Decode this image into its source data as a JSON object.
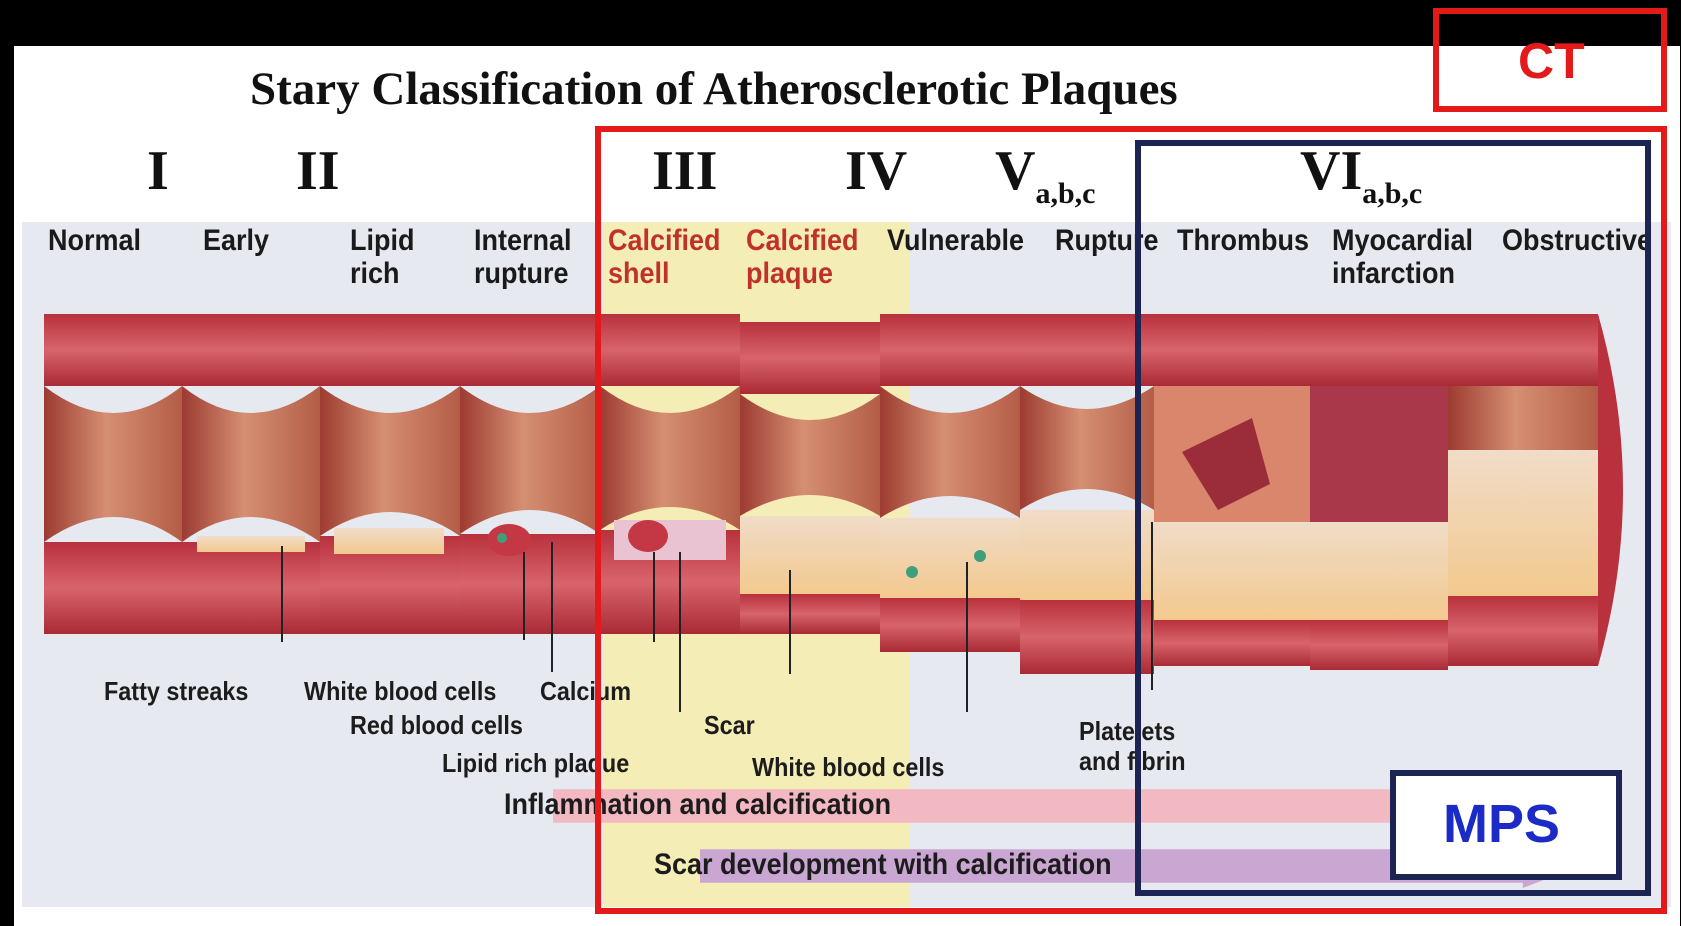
{
  "title": "Stary Classification of Atherosclerotic Plaques",
  "stages": [
    {
      "numeral": "I",
      "sub": ""
    },
    {
      "numeral": "II",
      "sub": ""
    },
    {
      "numeral": "III",
      "sub": ""
    },
    {
      "numeral": "IV",
      "sub": ""
    },
    {
      "numeral": "V",
      "sub": "a,b,c"
    },
    {
      "numeral": "VI",
      "sub": "a,b,c"
    }
  ],
  "stage_labels": [
    "Normal",
    "Early",
    "Lipid\nrich",
    "Internal\nrupture",
    "Calcified\nshell",
    "Calcified\nplaque",
    "Vulnerable",
    "Rupture",
    "Thrombus",
    "Myocardial\ninfarction",
    "Obstructive"
  ],
  "annotations": [
    "Fatty streaks",
    "White blood cells",
    "Calcium",
    "Red blood cells",
    "Lipid rich plaque",
    "Scar",
    "White blood cells",
    "Platelets\nand fibrin"
  ],
  "arrows": [
    "Inflammation and calcification",
    "Scar development with calcification"
  ],
  "overlay_labels": {
    "ct": "CT",
    "mps": "MPS"
  },
  "colors": {
    "ct_box": "#e41a1a",
    "mps_box": "#1c2454",
    "mps_text": "#1d2bc6",
    "highlight_band": "#f5edb6",
    "vessel_wall": "#c8454f"
  }
}
